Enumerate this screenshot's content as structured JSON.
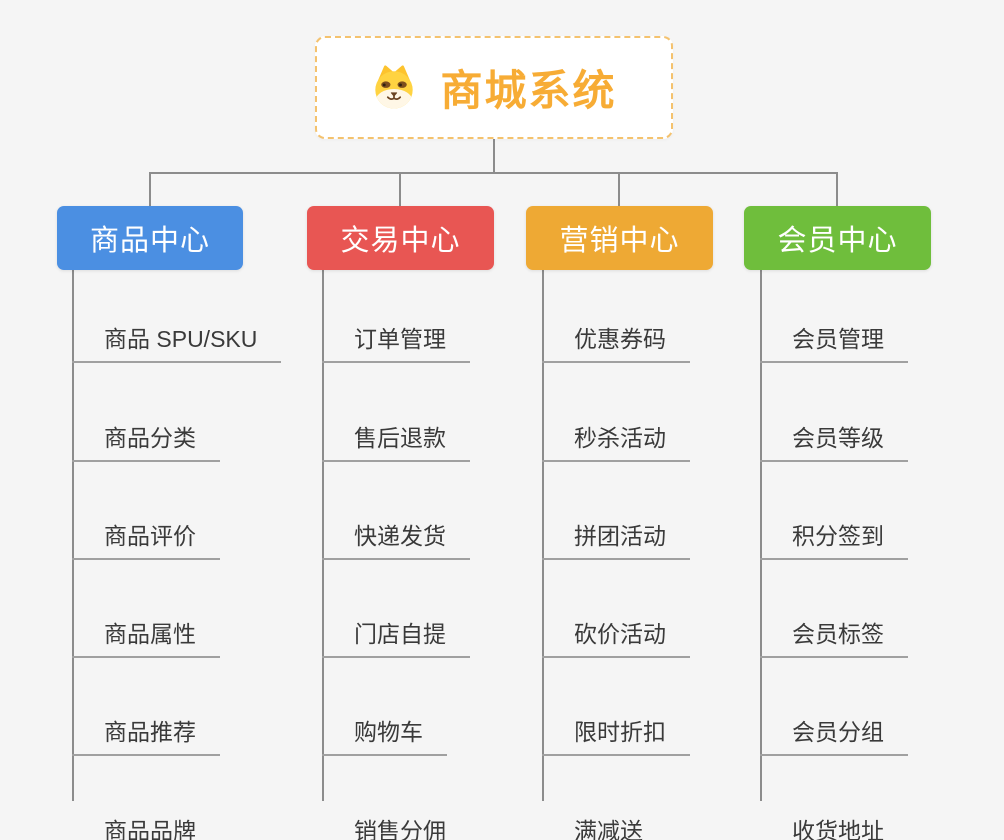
{
  "app": {
    "type": "mind-map",
    "background_color": "#f5f5f5",
    "connector_color": "#8c8c8c",
    "underline_color": "#a0a0a0"
  },
  "root": {
    "label": "商城系统",
    "icon": "dog-face-icon",
    "text_color": "#f7ac35",
    "border_color": "#f4c26e",
    "background": "#ffffff"
  },
  "branches": [
    {
      "label": "商品中心",
      "color": "#4b8fe2",
      "items": [
        "商品 SPU/SKU",
        "商品分类",
        "商品评价",
        "商品属性",
        "商品推荐",
        "商品品牌"
      ]
    },
    {
      "label": "交易中心",
      "color": "#e85653",
      "items": [
        "订单管理",
        "售后退款",
        "快递发货",
        "门店自提",
        "购物车",
        "销售分佣"
      ]
    },
    {
      "label": "营销中心",
      "color": "#eea934",
      "items": [
        "优惠券码",
        "秒杀活动",
        "拼团活动",
        "砍价活动",
        "限时折扣",
        "满减送"
      ]
    },
    {
      "label": "会员中心",
      "color": "#6fbe3c",
      "items": [
        "会员管理",
        "会员等级",
        "积分签到",
        "会员标签",
        "会员分组",
        "收货地址"
      ]
    }
  ]
}
